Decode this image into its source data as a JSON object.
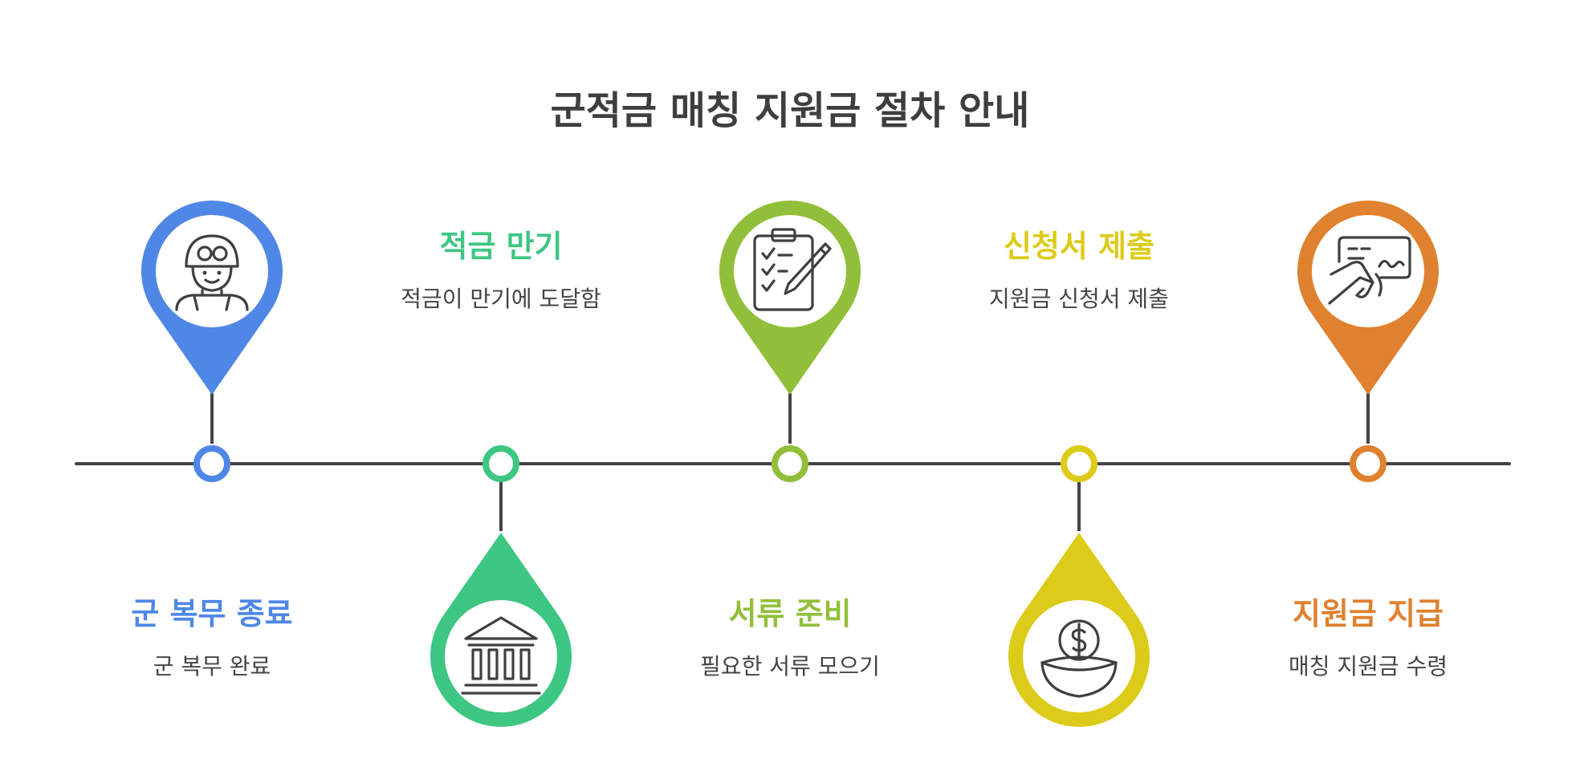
{
  "title": "군적금 매칭 지원금 절차 안내",
  "steps": [
    {
      "title": "군 복무 종료",
      "description": "군 복무 완료",
      "color": "#4f87e6",
      "icon": "soldier-icon",
      "marker_position": "top",
      "label_position": "bottom"
    },
    {
      "title": "적금 만기",
      "description": "적금이 만기에 도달함",
      "color": "#3ec683",
      "icon": "bank-icon",
      "marker_position": "bottom",
      "label_position": "top"
    },
    {
      "title": "서류 준비",
      "description": "필요한 서류 모으기",
      "color": "#92bf3a",
      "icon": "clipboard-pen-icon",
      "marker_position": "top",
      "label_position": "bottom"
    },
    {
      "title": "신청서 제출",
      "description": "지원금 신청서 제출",
      "color": "#dccb18",
      "icon": "coin-bowl-icon",
      "marker_position": "bottom",
      "label_position": "top"
    },
    {
      "title": "지원금 지급",
      "description": "매칭 지원금 수령",
      "color": "#e0812f",
      "icon": "card-signing-icon",
      "marker_position": "top",
      "label_position": "bottom"
    }
  ],
  "timeline_color": "#444444"
}
